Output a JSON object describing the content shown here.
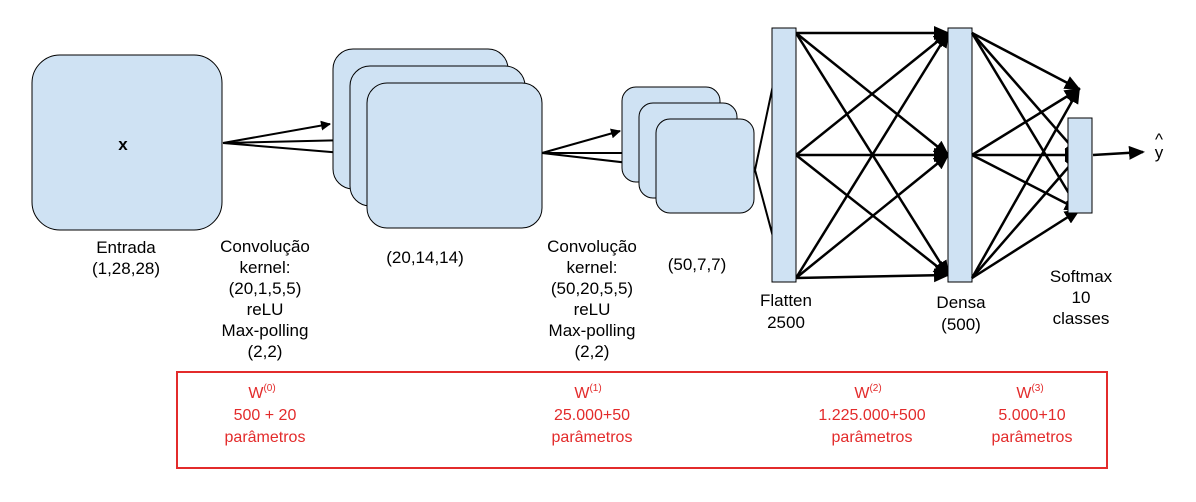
{
  "input_layer": {
    "symbol": "x",
    "label_lines": [
      "Entrada",
      "(1,28,28)"
    ]
  },
  "conv1": {
    "label_lines": [
      "Convolução",
      "kernel:",
      "(20,1,5,5)",
      "reLU",
      "Max-polling",
      "(2,2)"
    ]
  },
  "fmap1": {
    "label": "(20,14,14)"
  },
  "conv2": {
    "label_lines": [
      "Convolução",
      "kernel:",
      "(50,20,5,5)",
      "reLU",
      "Max-polling",
      "(2,2)"
    ]
  },
  "fmap2": {
    "label": "(50,7,7)"
  },
  "flatten": {
    "label_lines": [
      "Flatten",
      "2500"
    ]
  },
  "dense": {
    "label_lines": [
      "Densa",
      "(500)"
    ]
  },
  "softmax": {
    "label_lines": [
      "Softmax",
      "10",
      "classes"
    ]
  },
  "output": {
    "symbol": "y",
    "hat": "^"
  },
  "weights": [
    {
      "base": "W",
      "sup": "(0)",
      "lines": [
        "500 + 20",
        "parâmetros"
      ]
    },
    {
      "base": "W",
      "sup": "(1)",
      "lines": [
        "25.000+50",
        "parâmetros"
      ]
    },
    {
      "base": "W",
      "sup": "(2)",
      "lines": [
        "1.225.000+500",
        "parâmetros"
      ]
    },
    {
      "base": "W",
      "sup": "(3)",
      "lines": [
        "5.000+10",
        "parâmetros"
      ]
    }
  ],
  "colors": {
    "box_fill": "#cfe2f3",
    "line": "#000000",
    "highlight": "#e32b2b"
  }
}
